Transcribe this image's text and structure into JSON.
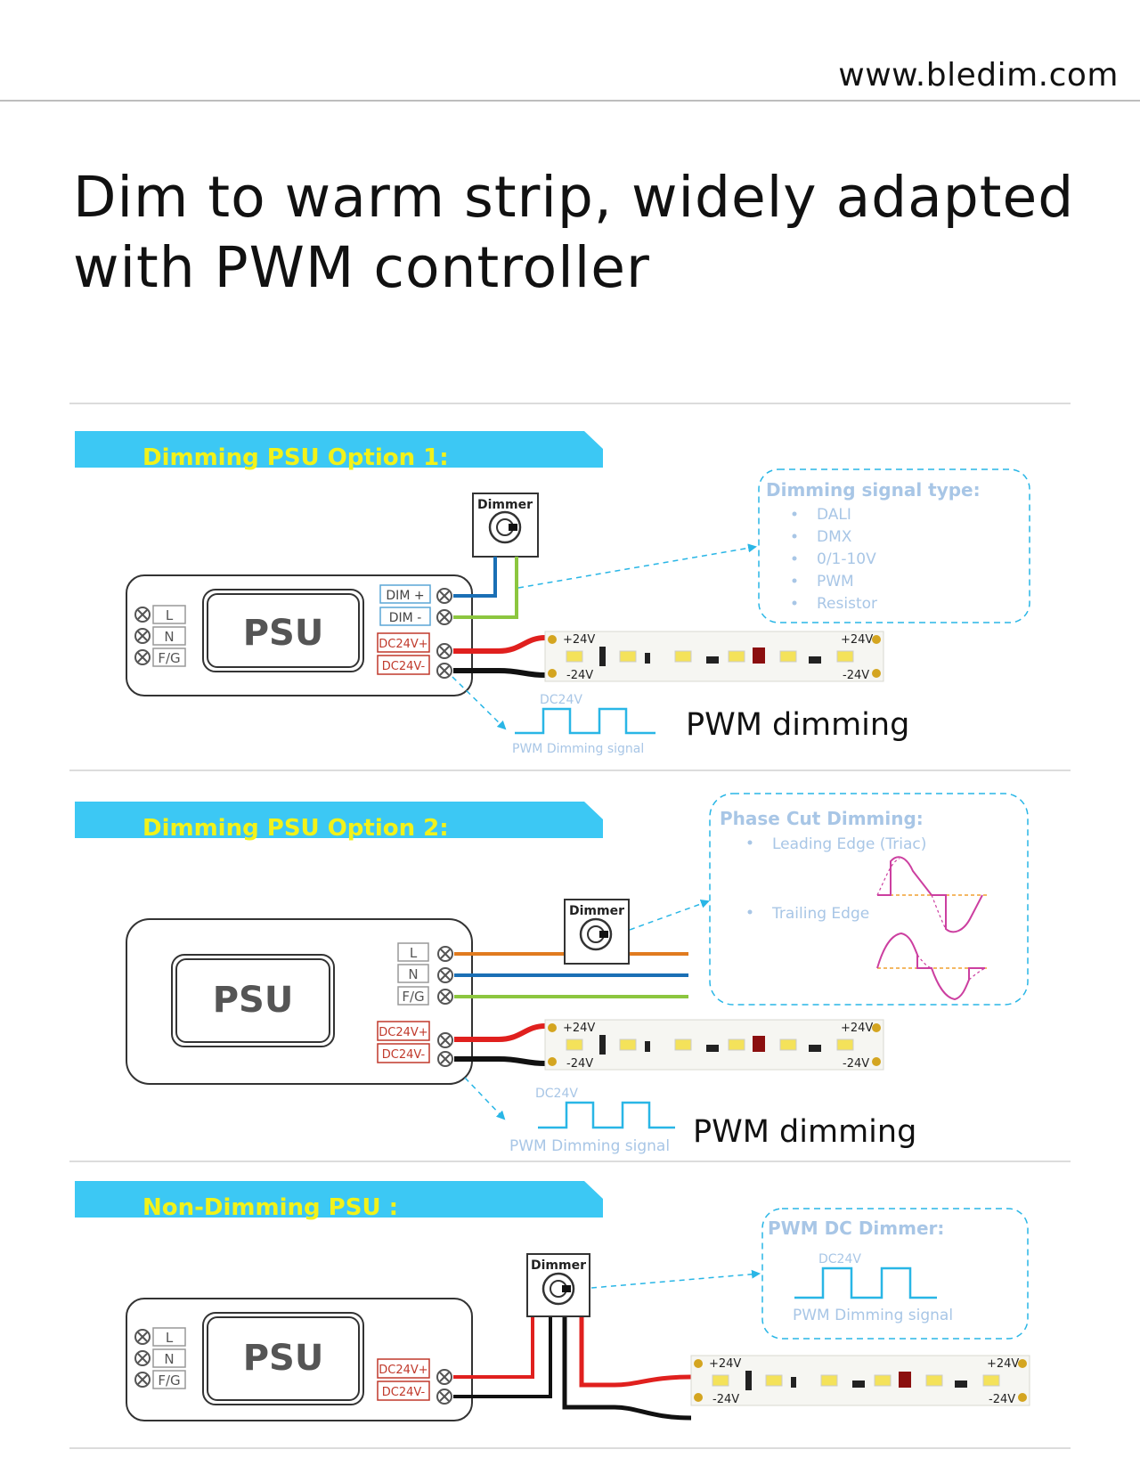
{
  "header": {
    "website": "www.bledim.com"
  },
  "title": {
    "line1": "Dim to warm strip, widely adapted",
    "line2": "with PWM controller"
  },
  "colors": {
    "banner": "#3cc8f4",
    "banner_text": "#f2f21a",
    "dashed": "#29b6e6",
    "wire_blue": "#1a6fb5",
    "wire_green": "#8cc63f",
    "wire_orange": "#e07b1f",
    "wire_red": "#e0201e",
    "wire_black": "#111111",
    "terminal_label": "#c0392b",
    "info_text": "#a8c6e6",
    "sine": "#cc3fa0",
    "sine_ref": "#f0a030"
  },
  "options": [
    {
      "banner": "Dimming PSU Option 1:",
      "psu_label": "PSU",
      "ac_terminals": [
        "L",
        "N",
        "F/G"
      ],
      "dim_terminals": [
        "DIM +",
        "DIM -"
      ],
      "dc_terminals": [
        "DC24V+",
        "DC24V-"
      ],
      "dimmer_label": "Dimmer",
      "strip": {
        "plus_left": "+24V",
        "minus_left": "-24V",
        "plus_right": "+24V",
        "minus_right": "-24V"
      },
      "signal": {
        "level": "DC24V",
        "caption": "PWM Dimming signal"
      },
      "result": "PWM dimming",
      "info": {
        "title": "Dimming signal type:",
        "items": [
          "DALI",
          "DMX",
          "0/1-10V",
          "PWM",
          "Resistor"
        ]
      }
    },
    {
      "banner": "Dimming PSU Option 2:",
      "psu_label": "PSU",
      "ac_terminals": [
        "L",
        "N",
        "F/G"
      ],
      "dc_terminals": [
        "DC24V+",
        "DC24V-"
      ],
      "dimmer_label": "Dimmer",
      "strip": {
        "plus_left": "+24V",
        "minus_left": "-24V",
        "plus_right": "+24V",
        "minus_right": "-24V"
      },
      "signal": {
        "level": "DC24V",
        "caption": "PWM Dimming signal"
      },
      "result": "PWM dimming",
      "info": {
        "title": "Phase Cut Dimming:",
        "items": [
          "Leading Edge (Triac)",
          "Trailing Edge"
        ]
      }
    },
    {
      "banner": "Non-Dimming PSU :",
      "psu_label": "PSU",
      "ac_terminals": [
        "L",
        "N",
        "F/G"
      ],
      "dc_terminals": [
        "DC24V+",
        "DC24V-"
      ],
      "dimmer_label": "Dimmer",
      "strip": {
        "plus_left": "+24V",
        "minus_left": "-24V",
        "plus_right": "+24V",
        "minus_right": "-24V"
      },
      "info": {
        "title": "PWM DC Dimmer:",
        "signal": {
          "level": "DC24V",
          "caption": "PWM Dimming signal"
        }
      }
    }
  ]
}
